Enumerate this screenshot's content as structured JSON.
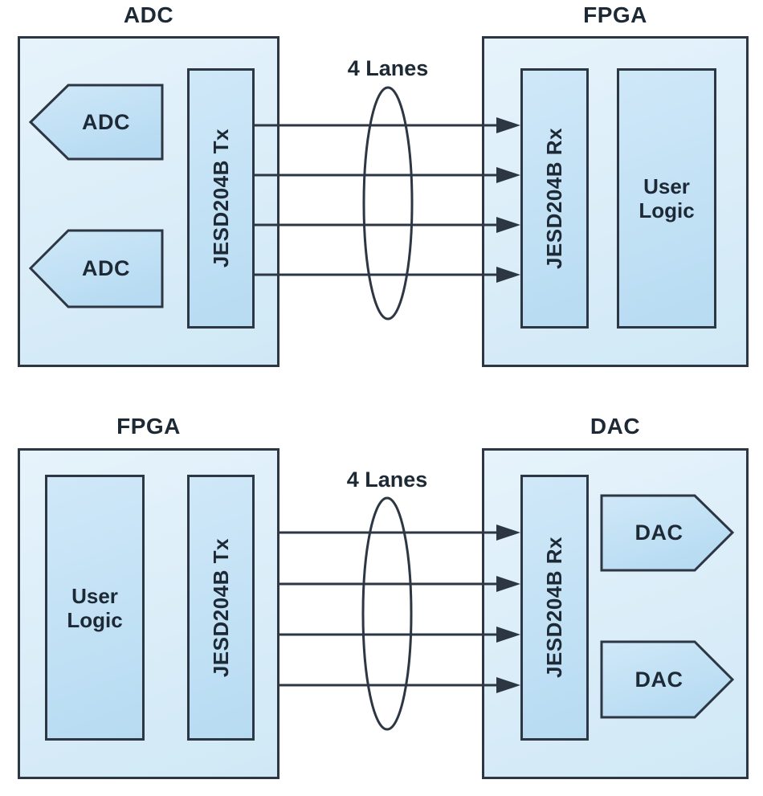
{
  "colors": {
    "background": "#ffffff",
    "outline": "#2d3643",
    "text": "#1e2936",
    "device_box_fill_light": "#e6f3fb",
    "device_box_fill_dark": "#d0e8f6",
    "inner_block_fill_light": "#cfe8f8",
    "inner_block_fill_dark": "#b7dbf2"
  },
  "top": {
    "left_title": "ADC",
    "right_title": "FPGA",
    "lanes_label": "4 Lanes",
    "lane_count": 4,
    "adc_labels": [
      "ADC",
      "ADC"
    ],
    "tx_label": "JESD204B Tx",
    "rx_label": "JESD204B Rx",
    "user_logic_label": "User Logic"
  },
  "bottom": {
    "left_title": "FPGA",
    "right_title": "DAC",
    "lanes_label": "4 Lanes",
    "lane_count": 4,
    "user_logic_label": "User Logic",
    "tx_label": "JESD204B Tx",
    "rx_label": "JESD204B Rx",
    "dac_labels": [
      "DAC",
      "DAC"
    ]
  }
}
